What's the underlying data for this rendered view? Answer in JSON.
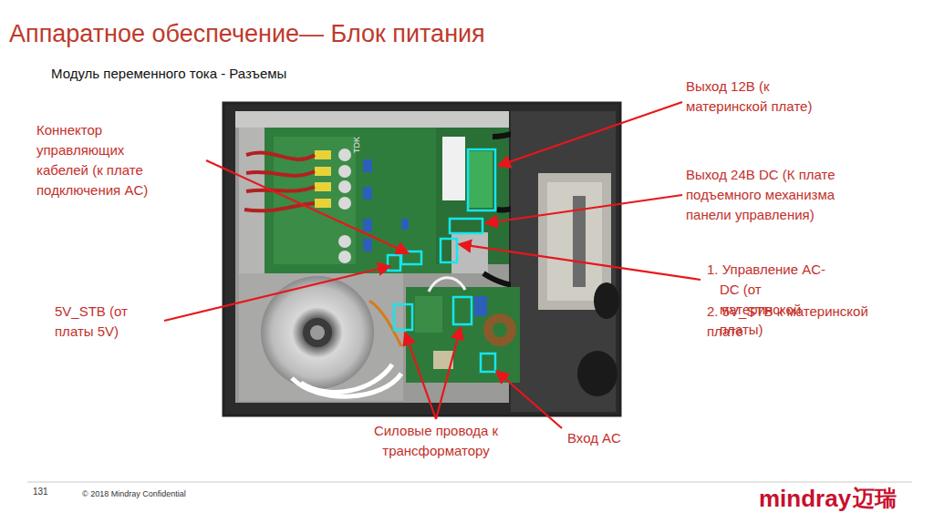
{
  "diagram": {
    "title": "Аппаратное обеспечение— Блок питания",
    "labels": [
      "Модуль переменного тока - Разъемы",
      "Выход 12В (к материнской плате)",
      "Коннектор управляющих кабелей (к плате подключения AC)",
      "Выход 24В DC (К плате подъемного механизма панели управления)",
      "TDK",
      "1. Управление AC-DC (от материнской платы)",
      "2. 5V_STB к материнской плате",
      "5V_STB (от платы 5V)",
      "Силовые провода к трансформатору",
      "Вход AC",
      "131",
      "© 2018 Mindray Confidential",
      "mindray",
      "迈瑞"
    ]
  }
}
